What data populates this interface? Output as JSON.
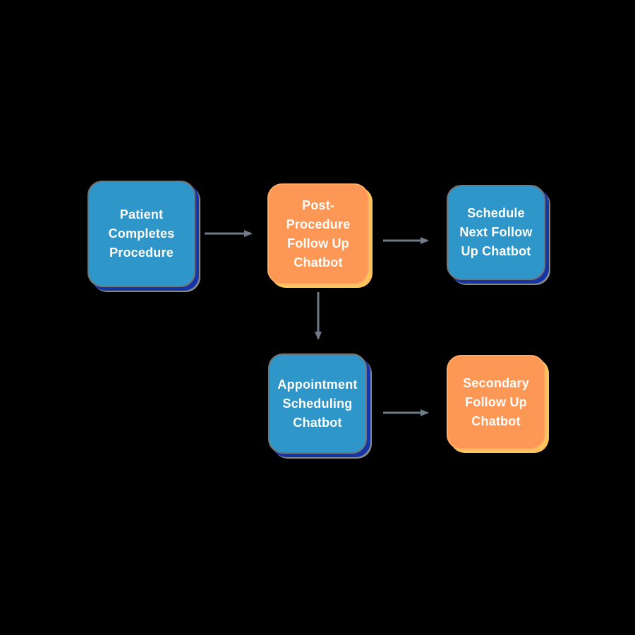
{
  "diagram": {
    "type": "flowchart",
    "background_color": "#000000",
    "nodes": [
      {
        "id": "patient-completes-procedure",
        "label": "Patient Completes Procedure",
        "color": "blue"
      },
      {
        "id": "post-procedure-follow-up-chatbot",
        "label": "Post-Procedure Follow Up Chatbot",
        "color": "orange"
      },
      {
        "id": "schedule-next-follow-up-chatbot",
        "label": "Schedule Next Follow Up Chatbot",
        "color": "blue"
      },
      {
        "id": "appointment-scheduling-chatbot",
        "label": "Appointment Scheduling Chatbot",
        "color": "blue"
      },
      {
        "id": "secondary-follow-up-chatbot",
        "label": "Secondary Follow Up Chatbot",
        "color": "orange"
      }
    ],
    "edges": [
      {
        "from": "patient-completes-procedure",
        "to": "post-procedure-follow-up-chatbot",
        "direction": "right"
      },
      {
        "from": "post-procedure-follow-up-chatbot",
        "to": "schedule-next-follow-up-chatbot",
        "direction": "right"
      },
      {
        "from": "post-procedure-follow-up-chatbot",
        "to": "appointment-scheduling-chatbot",
        "direction": "down"
      },
      {
        "from": "appointment-scheduling-chatbot",
        "to": "secondary-follow-up-chatbot",
        "direction": "right"
      }
    ],
    "colors": {
      "node_blue_fill": "#2e96c8",
      "node_blue_shadow": "#1534a6",
      "node_blue_border": "#757575",
      "node_orange_fill": "#fc9755",
      "node_orange_shadow": "#fdc35c",
      "node_orange_border": "#ffab62",
      "arrow": "#6f7b87",
      "label_text": "#ffffff"
    }
  }
}
